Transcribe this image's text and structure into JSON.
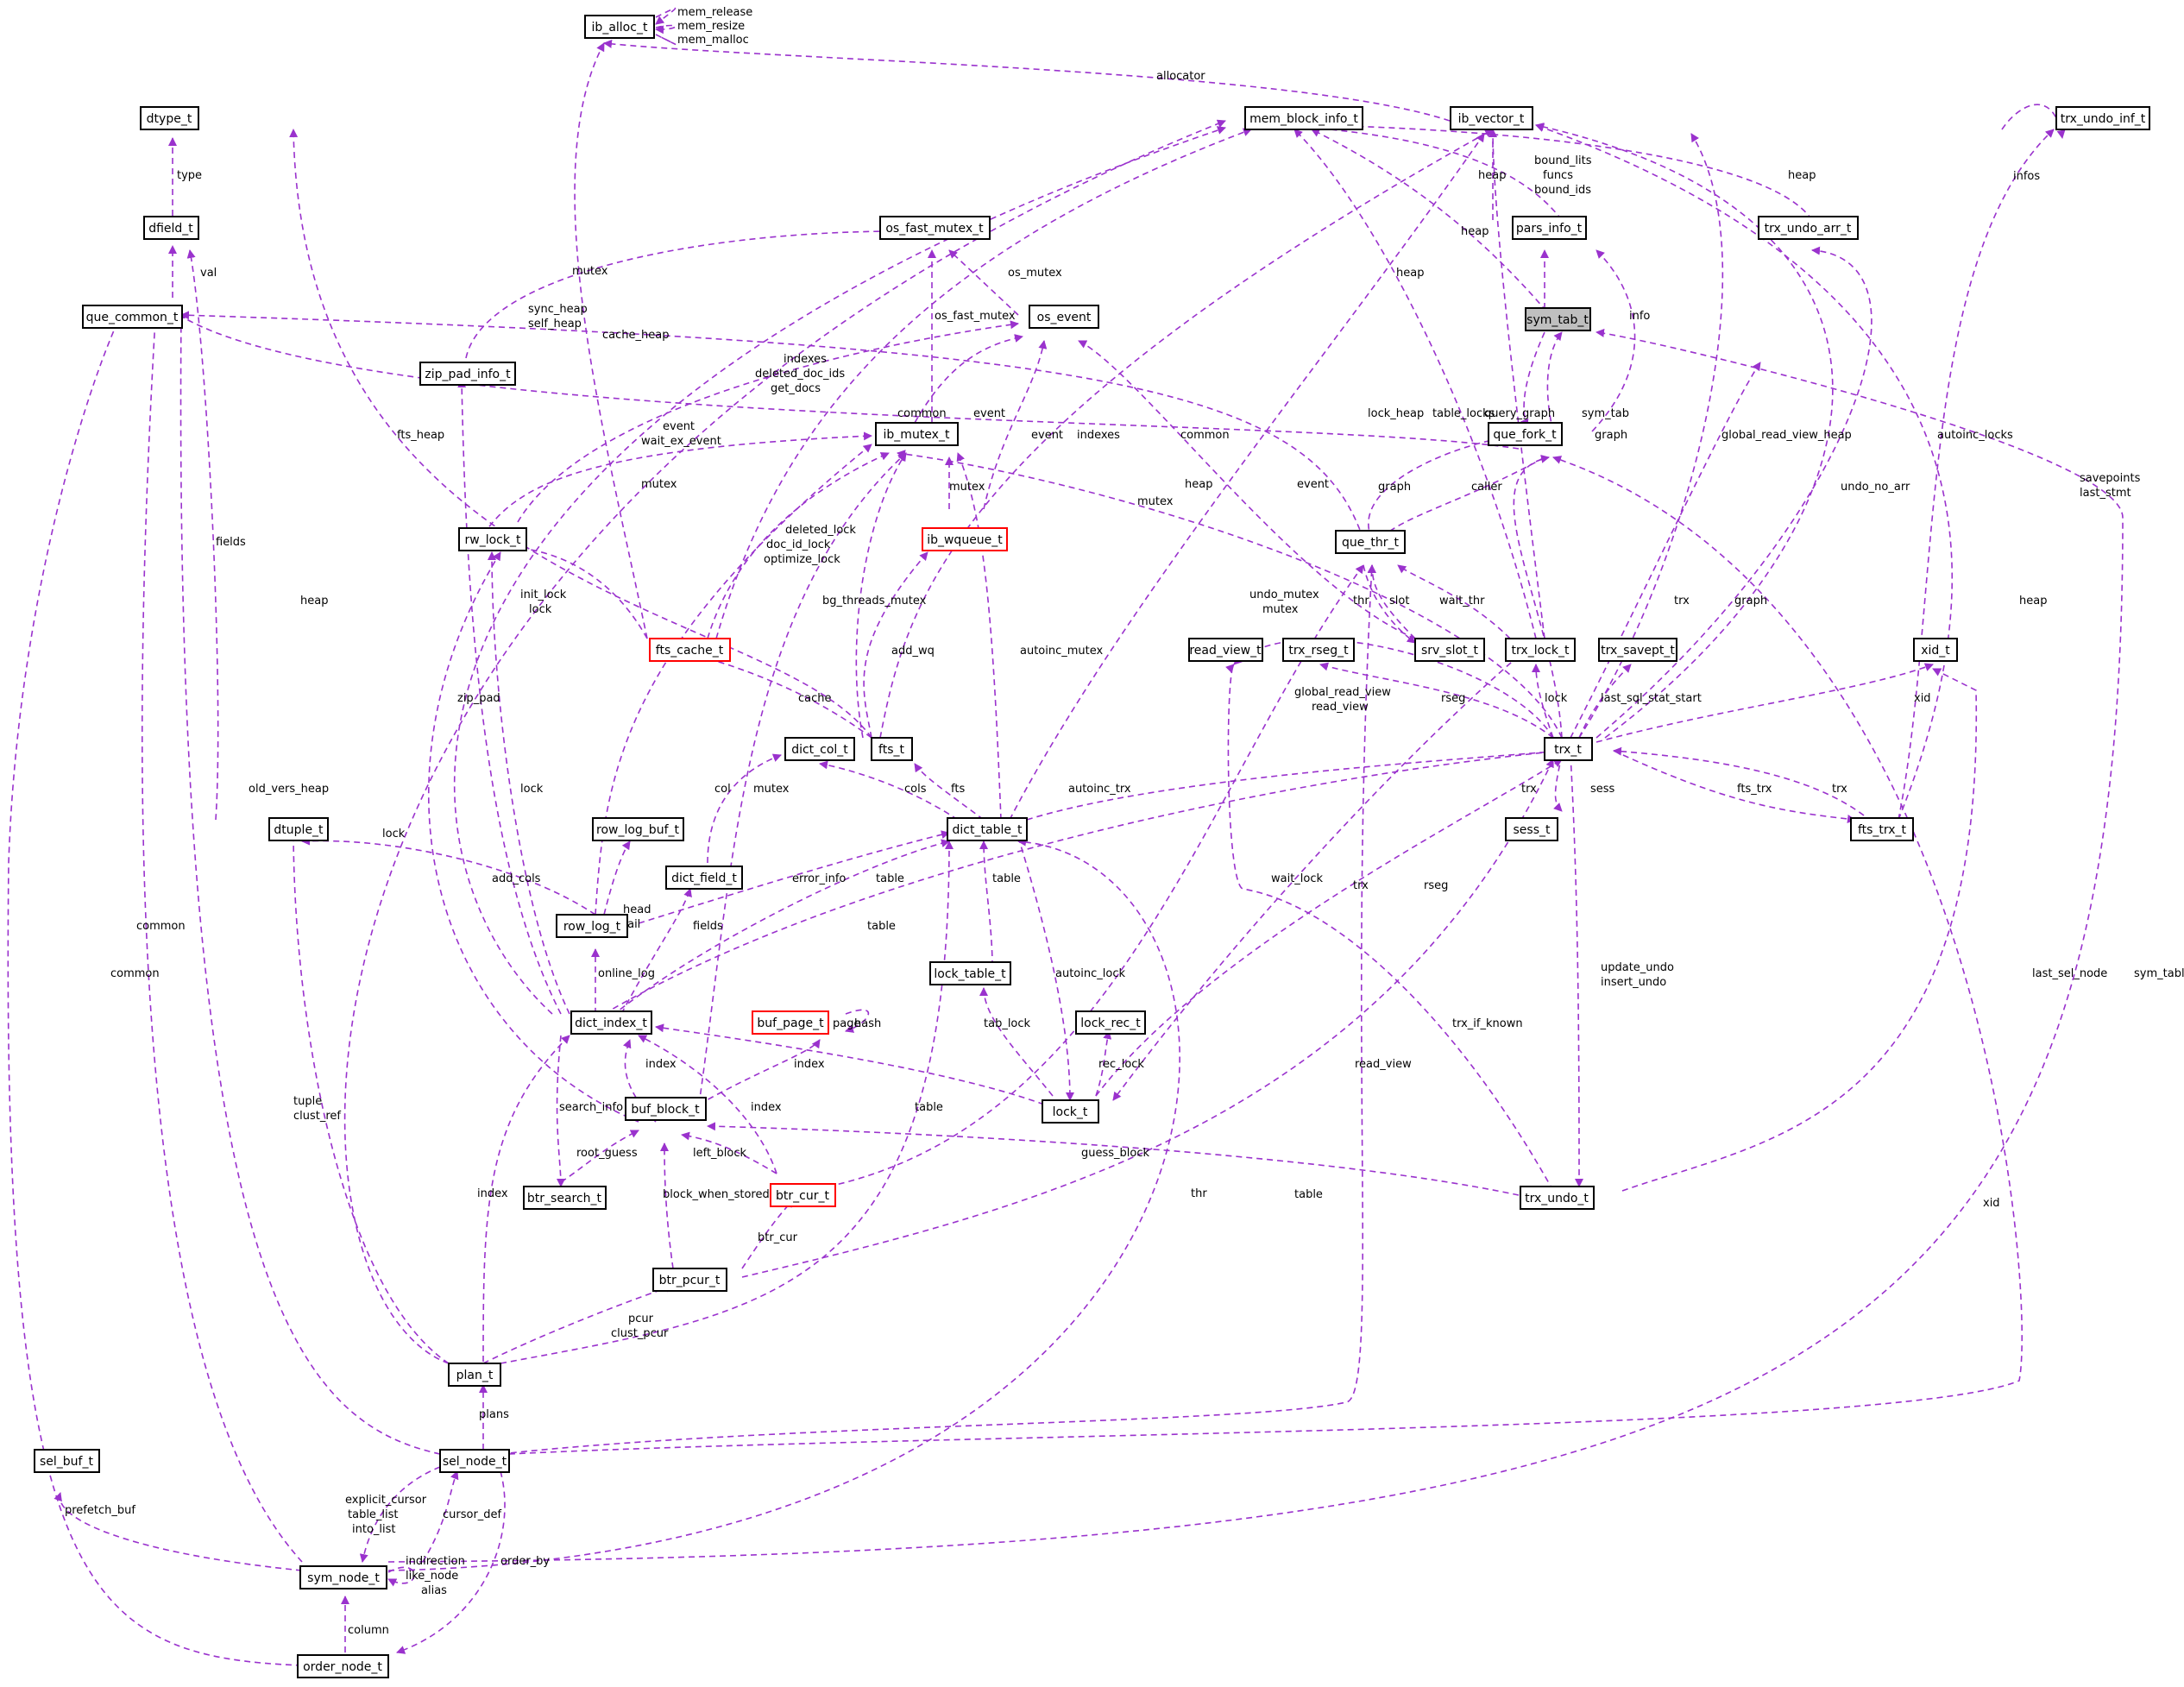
{
  "colors": {
    "edge": "#9a32cd",
    "node_border": "#000000",
    "node_border_red": "#ff0000",
    "focus_fill": "#bfbfbf"
  },
  "nodes": {
    "ib_alloc_t": "ib_alloc_t",
    "mem_block_info_t": "mem_block_info_t",
    "ib_vector_t": "ib_vector_t",
    "trx_undo_inf_t": "trx_undo_inf_t",
    "dtype_t": "dtype_t",
    "dfield_t": "dfield_t",
    "que_common_t": "que_common_t",
    "os_fast_mutex_t": "os_fast_mutex_t",
    "pars_info_t": "pars_info_t",
    "trx_undo_arr_t": "trx_undo_arr_t",
    "os_event": "os_event",
    "sym_tab_t": "sym_tab_t",
    "zip_pad_info_t": "zip_pad_info_t",
    "ib_mutex_t": "ib_mutex_t",
    "que_fork_t": "que_fork_t",
    "rw_lock_t": "rw_lock_t",
    "ib_wqueue_t": "ib_wqueue_t",
    "que_thr_t": "que_thr_t",
    "fts_cache_t": "fts_cache_t",
    "read_view_t": "read_view_t",
    "trx_rseg_t": "trx_rseg_t",
    "srv_slot_t": "srv_slot_t",
    "trx_lock_t": "trx_lock_t",
    "trx_savept_t": "trx_savept_t",
    "xid_t": "xid_t",
    "dict_col_t": "dict_col_t",
    "fts_t": "fts_t",
    "trx_t": "trx_t",
    "dtuple_t": "dtuple_t",
    "row_log_buf_t": "row_log_buf_t",
    "dict_table_t": "dict_table_t",
    "sess_t": "sess_t",
    "fts_trx_t": "fts_trx_t",
    "dict_field_t": "dict_field_t",
    "row_log_t": "row_log_t",
    "lock_table_t": "lock_table_t",
    "dict_index_t": "dict_index_t",
    "buf_page_t": "buf_page_t",
    "lock_rec_t": "lock_rec_t",
    "buf_block_t": "buf_block_t",
    "lock_t": "lock_t",
    "btr_search_t": "btr_search_t",
    "btr_cur_t": "btr_cur_t",
    "trx_undo_t": "trx_undo_t",
    "btr_pcur_t": "btr_pcur_t",
    "plan_t": "plan_t",
    "sel_buf_t": "sel_buf_t",
    "sel_node_t": "sel_node_t",
    "sym_node_t": "sym_node_t",
    "order_node_t": "order_node_t"
  },
  "edge_labels": [
    "mem_release",
    "mem_resize",
    "mem_malloc",
    "type",
    "allocator",
    "infos",
    "bound_lits",
    "funcs",
    "bound_ids",
    "heap",
    "heap",
    "heap",
    "heap",
    "info",
    "info",
    "val",
    "mutex",
    "os_mutex",
    "sync_heap",
    "self_heap",
    "cache_heap",
    "indexes",
    "deleted_doc_ids",
    "get_docs",
    "os_fast_mutex",
    "common",
    "event",
    "lock_heap",
    "table_locks",
    "query_graph",
    "sym_tab",
    "global_read_view_heap",
    "autoinc_locks",
    "graph",
    "fts_heap",
    "event",
    "wait_ex_event",
    "mutex",
    "mutex",
    "event",
    "indexes",
    "common",
    "heap",
    "event",
    "caller",
    "savepoints",
    "last_stmt",
    "undo_no_arr",
    "graph",
    "mutex",
    "fields",
    "deleted_lock",
    "doc_id_lock",
    "optimize_lock",
    "init_lock",
    "lock",
    "bg_threads_mutex",
    "undo_mutex",
    "mutex",
    "thr",
    "slot",
    "wait_thr",
    "heap",
    "trx",
    "graph",
    "heap",
    "add_wq",
    "autoinc_mutex",
    "global_read_view",
    "read_view",
    "rseg",
    "lock",
    "last_sql_stat_start",
    "xid",
    "cache",
    "old_vers_heap",
    "zip_pad",
    "lock",
    "mutex",
    "col",
    "cols",
    "fts",
    "autoinc_trx",
    "trx",
    "sess",
    "fts_trx",
    "trx",
    "lock",
    "add_cols",
    "head",
    "tail",
    "table",
    "error_info",
    "table",
    "wait_lock",
    "trx",
    "rseg",
    "common",
    "fields",
    "table",
    "online_log",
    "autoinc_lock",
    "update_undo",
    "insert_undo",
    "last_sel_node",
    "sym_table",
    "common",
    "hash",
    "tab_lock",
    "trx_if_known",
    "index",
    "page",
    "rec_lock",
    "read_view",
    "search_info",
    "index",
    "index",
    "table",
    "tuple",
    "clust_ref",
    "root_guess",
    "left_block",
    "guess_block",
    "block_when_stored",
    "table",
    "xid",
    "btr_cur",
    "pcur",
    "clust_pcur",
    "plans",
    "explicit_cursor",
    "table_list",
    "into_list",
    "cursor_def",
    "prefetch_buf",
    "indirection",
    "like_node",
    "alias",
    "order_by",
    "column",
    "index",
    "thr"
  ]
}
